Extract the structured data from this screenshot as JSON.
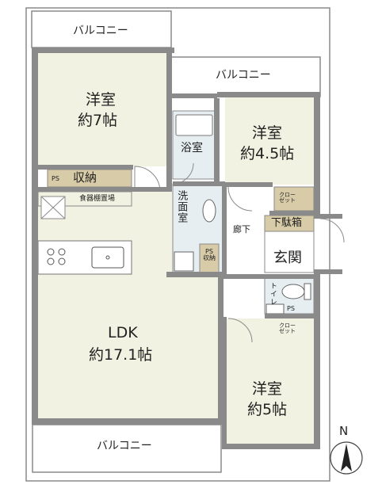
{
  "floorplan": {
    "rooms": {
      "balcony_top": "バルコニー",
      "balcony_right": "バルコニー",
      "balcony_bottom": "バルコニー",
      "western_7": {
        "name": "洋室",
        "size": "約7帖"
      },
      "western_45": {
        "name": "洋室",
        "size": "約4.5帖"
      },
      "western_5": {
        "name": "洋室",
        "size": "約5帖"
      },
      "ldk": {
        "name": "LDK",
        "size": "約17.1帖"
      },
      "bath": "浴室",
      "washroom": "洗面室",
      "corridor": "廊下",
      "entrance": "玄関",
      "shoe_box": "下駄箱",
      "toilet": "トイレ",
      "storage": "収納",
      "ps_storage": "PS\n収納",
      "dish_shelf": "食器棚置場",
      "closet_upper": "クロー\nゼット",
      "closet_lower": "クロー\nゼット",
      "ps_left": "PS",
      "ps_toilet": "PS"
    },
    "compass": "N",
    "colors": {
      "room_fill": "#f1f2e1",
      "wall": "#8a8a8a",
      "storage_fill": "#d8cba7",
      "wet_fill": "#e6eef1"
    }
  }
}
